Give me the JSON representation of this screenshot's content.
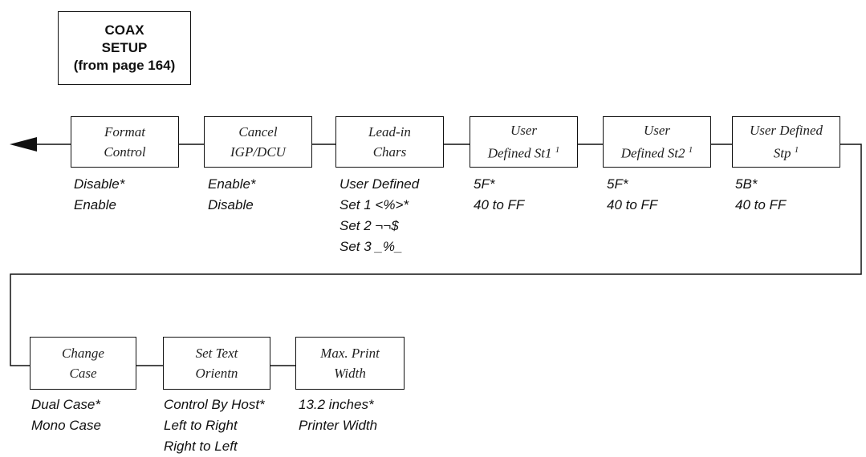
{
  "title": [
    "COAX",
    "SETUP",
    "(from page 164)"
  ],
  "row1": [
    {
      "label": [
        "Format",
        "Control"
      ],
      "sup": "",
      "options": [
        "Disable*",
        "Enable"
      ]
    },
    {
      "label": [
        "Cancel",
        "IGP/DCU"
      ],
      "sup": "",
      "options": [
        "Enable*",
        "Disable"
      ]
    },
    {
      "label": [
        "Lead-in",
        "Chars"
      ],
      "sup": "",
      "options": [
        "User Defined",
        "Set 1 <%>*",
        "Set 2 ¬¬$",
        "Set 3 _%_"
      ]
    },
    {
      "label": [
        "User",
        "Defined St1"
      ],
      "sup": "1",
      "options": [
        "5F*",
        "40 to FF"
      ]
    },
    {
      "label": [
        "User",
        "Defined St2"
      ],
      "sup": "1",
      "options": [
        "5F*",
        "40 to FF"
      ]
    },
    {
      "label": [
        "User Defined",
        "Stp"
      ],
      "sup": "1",
      "options": [
        "5B*",
        "40 to FF"
      ]
    }
  ],
  "row2": [
    {
      "label": [
        "Change",
        "Case"
      ],
      "sup": "",
      "options": [
        "Dual Case*",
        "Mono Case"
      ]
    },
    {
      "label": [
        "Set Text",
        "Orientn"
      ],
      "sup": "",
      "options": [
        "Control By Host*",
        "Left to Right",
        "Right to Left"
      ]
    },
    {
      "label": [
        "Max. Print",
        "Width"
      ],
      "sup": "",
      "options": [
        "13.2 inches*",
        "Printer Width"
      ]
    }
  ]
}
